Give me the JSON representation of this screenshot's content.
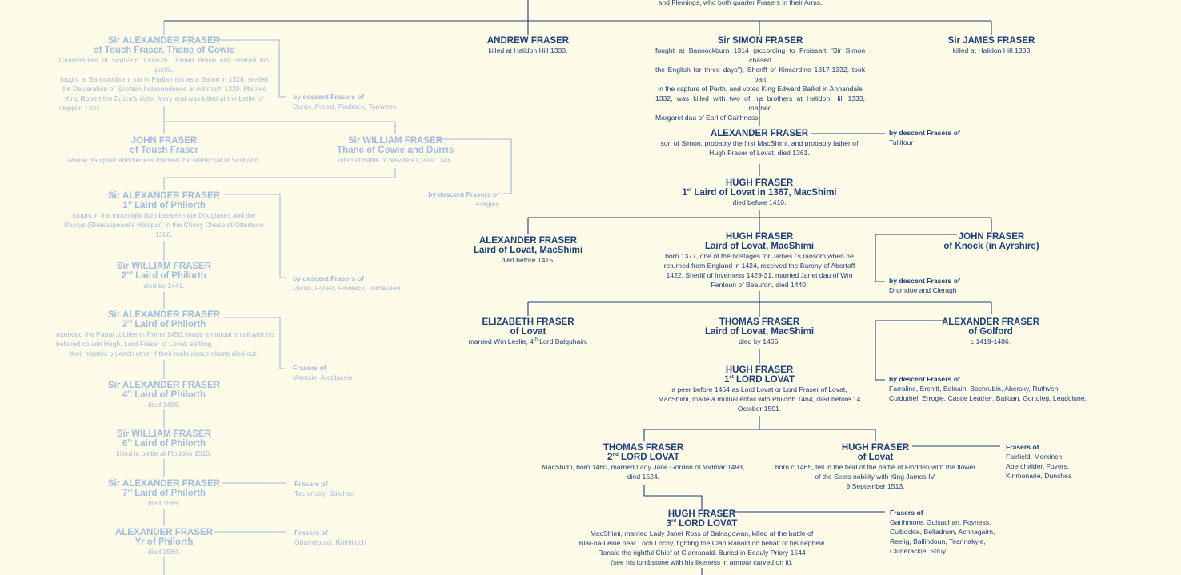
{
  "top_note": "and Flemings, who both quarter Frasers in their Arms.",
  "people": {
    "alexander_touch": {
      "l1": "Sir ALEXANDER FRASER",
      "l2": "of Touch Fraser, Thane of Cowie",
      "t1": "Chamberlain of Scotland 1319-26. Joined Bruce and shared his perils,",
      "t2": "fought at Bannockburn, sat in Parliament as a Baron in 1328, sealed",
      "t3": "the Declaration of Scottish Independence at Arbroath 1320. Married",
      "t4": "King Robert the Bruce's sister Mary and was killed at the battle of",
      "t5": "Dupplin 1332."
    },
    "andrew": {
      "l1": "ANDREW FRASER",
      "t1": "killed at Halidon Hill 1333."
    },
    "simon": {
      "l1": "Sir SIMON FRASER",
      "t1": "fought at Bannockburn 1314 (according to Froissart \"Sir Simon chased",
      "t2": "the English for three days\"), Sheriff of Kincardine 1317-1332, took part",
      "t3": "in the capture of Perth, and voted King Edward Balliol in Annandale",
      "t4": "1332, was killed with two of his brothers at Halidon Hill 1333, married",
      "t5": "Margaret dau of Earl of Caithness."
    },
    "james": {
      "l1": "Sir JAMES FRASER",
      "t1": "killed at Halidon Hill 1333"
    },
    "john_touch": {
      "l1": "JOHN FRASER",
      "l2": "of Touch Fraser",
      "t1": "whose daughter and heiress married the Marischal of Scotland."
    },
    "william_cowie": {
      "l1": "Sir WILLIAM FRASER",
      "l2": "Thane of Cowie and Durris",
      "t1": "killed at battle of Neville's Cross 1346."
    },
    "alexander_simon": {
      "l1": "ALEXANDER FRASER",
      "t1": "son of Simon, probably the first MacShimi, and probably father of",
      "t2": "Hugh Fraser of Lovat, died 1361."
    },
    "alexander_1": {
      "l1": "Sir ALEXANDER FRASER",
      "l2a": "1",
      "l2s": "st",
      "l2b": " Laird of Philorth",
      "t1": "fought in the moonlight fight between the Douglases and the",
      "t2": "Percys (Shakespeare's Hotspur) in the Chevy Chase at Otterburn",
      "t3": "1388."
    },
    "hugh_1367": {
      "l1": "HUGH FRASER",
      "l2a": "1",
      "l2s": "st",
      "l2b": " Laird of Lovat in 1367, MacShimi",
      "t1": "died before 1410."
    },
    "alexander_lovat": {
      "l1": "ALEXANDER FRASER",
      "l2": "Laird of Lovat, MacShimi",
      "t1": "died before 1415."
    },
    "hugh_macshimi": {
      "l1": "HUGH FRASER",
      "l2": "Laird of Lovat, MacShimi",
      "t1": "born 1377, one of the hostages for James I's ransom when he",
      "t2": "returned from England in 1424, received the Barony of Abertaff",
      "t3": "1422, Sheriff of Inverness 1429-31, married Janet dau of Wm",
      "t4": "Fentoun of Beaufort, died 1440."
    },
    "john_knock": {
      "l1": "JOHN FRASER",
      "l2": "of Knock (in Ayrshire)"
    },
    "william_2": {
      "l1": "Sir WILLIAM FRASER",
      "l2a": "2",
      "l2s": "nd",
      "l2b": " Laird of Philorth",
      "t1": "died by 1441."
    },
    "alexander_3": {
      "l1": "Sir ALEXANDER FRASER",
      "l2a": "3",
      "l2s": "rd",
      "l2b": " Laird of Philorth",
      "t1": "attended the Papal Jubilee in Rome 1450, made a mutual entail with his",
      "t2": "beloved cousin Hugh, Lord Fraser of Lovat, settling",
      "t3": "their estates on each other if their male descendants died out."
    },
    "elizabeth": {
      "l1": "ELIZABETH FRASER",
      "l2": "of Lovat",
      "t1a": "married Wm Leslie, 4",
      "t1s": "th",
      "t1b": " Lord Balquhain."
    },
    "thomas_laird": {
      "l1": "THOMAS FRASER",
      "l2": "Laird of Lovat, MacShimi",
      "t1": "died by 1455."
    },
    "alexander_golford": {
      "l1": "ALEXANDER FRASER",
      "l2": "of Golford",
      "t1": "c.1419-1486."
    },
    "hugh_lord1": {
      "l1": "HUGH FRASER",
      "l2a": "1",
      "l2s": "st",
      "l2b": " LORD LOVAT",
      "t1": "a peer before 1464 as Lord Lovat or Lord Fraser of Lovat,",
      "t2": "MacShimi, made a mutual entail with Philorth 1464, died before 14",
      "t3": "October 1501."
    },
    "alexander_4": {
      "l1": "Sir ALEXANDER FRASER",
      "l2a": "4",
      "l2s": "th",
      "l2b": " Laird of Philorth",
      "t1": "died 1486."
    },
    "william_6": {
      "l1": "Sir WILLIAM FRASER",
      "l2a": "6",
      "l2s": "th",
      "l2b": " Laird of Philorth",
      "t1": "killed in battle at Flodden 1513."
    },
    "thomas_lord2": {
      "l1": "THOMAS FRASER",
      "l2a": "2",
      "l2s": "nd",
      "l2b": " LORD LOVAT",
      "t1": "MacShimi, born 1460, married Lady Jane Gordon of Midmar 1493,",
      "t2": "died 1524."
    },
    "hugh_lovat": {
      "l1": "HUGH FRASER",
      "l2": "of Lovat",
      "t1": "born c.1465, fell in the field of the battle of Flodden with the flower",
      "t2": "of the Scots nobility with King James IV,",
      "t3": "9 September 1513."
    },
    "alexander_7": {
      "l1": "Sir ALEXANDER FRASER",
      "l2a": "7",
      "l2s": "th",
      "l2b": " Laird of Philorth",
      "t1": "died 1569."
    },
    "hugh_lord3": {
      "l1": "HUGH FRASER",
      "l2a": "3",
      "l2s": "rd",
      "l2b": " LORD LOVAT",
      "t1": "MacShimi, married Lady Janet Ross of Balnagowan, killed at the battle of",
      "t2": "Blar-na-Leine near Loch Lochy, fighting the Clan Ranald on behalf of his nephew",
      "t3": "Ranald the rightful Chief of Clanranald. Buried in Beauly Priory 1544",
      "t4": "(see his tombstone with his likeness in armour carved on it)."
    },
    "alexander_yr": {
      "l1": "ALEXANDER FRASER",
      "l2": "Yr of Philorth",
      "t1": "died 1564."
    }
  },
  "descents": {
    "durris1": {
      "h": "by descent Frasers of",
      "t": "Durris, Forest, Findrack, Tornveen"
    },
    "forglen": {
      "h": "by descent Frasers of",
      "t": "Forglen"
    },
    "tullifour": {
      "h": "by descent Frasers of",
      "t": "Tullifour"
    },
    "durris2": {
      "h": "by descent Frasers of",
      "t": "Durris, Forest, Findrack, Tornaveen"
    },
    "drumdoe": {
      "h": "by descent Frasers of",
      "t": "Drumdoe and Cleragh"
    },
    "memsie": {
      "h": "Frasers of",
      "t": "Memsie, Ardglassie"
    },
    "farraline": {
      "h": "by descent Frasers of",
      "t1": "Farraline, Erchitt, Balnain, Bochrubin, Abersky, Ruthven,",
      "t2": "Culduthel, Errogie, Castle Leather, Balloan, Gortuleg, Leadclune."
    },
    "fairfield": {
      "h": "Frasers of",
      "t1": "Fairfield, Merkinch,",
      "t2": "Aberchalder, Foyers,",
      "t3": "Kinmonarie, Dunchea"
    },
    "techmuiry": {
      "h": "Frasers of",
      "t": "Techmuiry, Strichen"
    },
    "garthmore": {
      "h": "Frasers of",
      "t1": "Garthmore, Guisachan, Foyness,",
      "t2": "Culbockie, Belladrum, Achnagairn,",
      "t3": "Reelig, Ballindoun, Teannakyle,",
      "t4": "Cluneracki​e, Struy"
    },
    "quarrelbuss": {
      "h": "Frasers of",
      "t": "Quarrelbuss, Rathilloch"
    }
  },
  "colors": {
    "background": "#fffbe9",
    "main": "#1a3f7a",
    "faded": "#9ebbe0"
  }
}
